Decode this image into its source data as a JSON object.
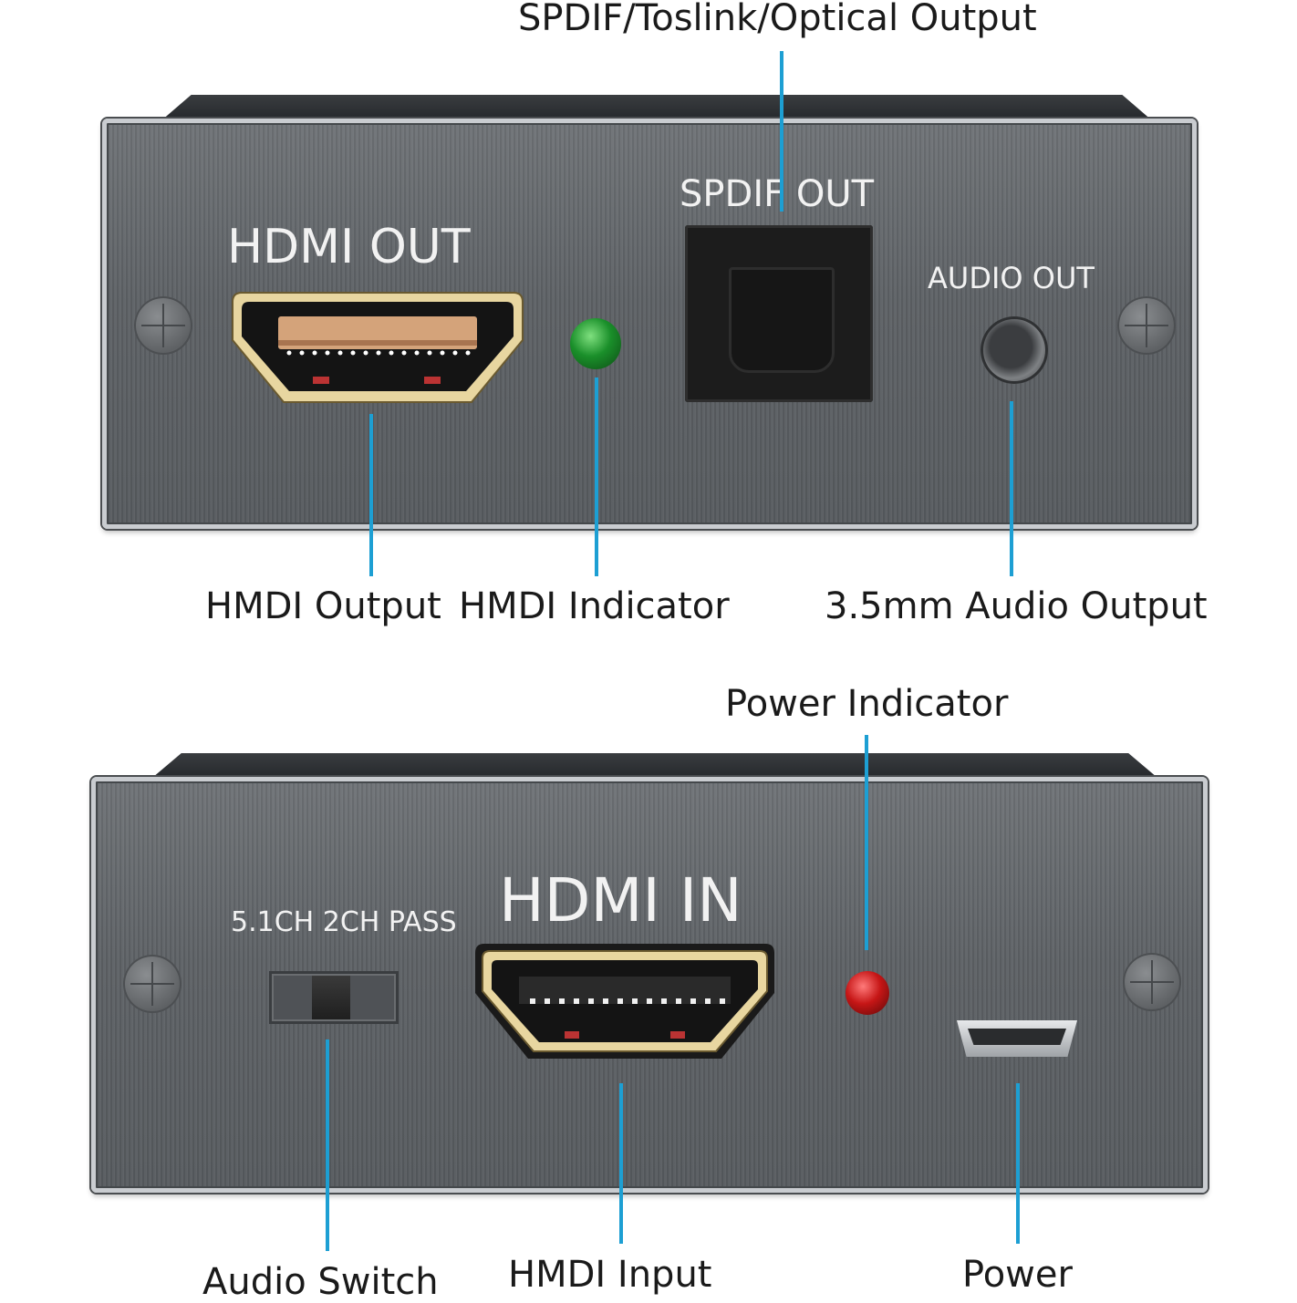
{
  "callouts": {
    "spdif_output": "SPDIF/Toslink/Optical Output",
    "hdmi_output": "HMDI Output",
    "hdmi_indicator": "HMDI Indicator",
    "audio_output": "3.5mm Audio Output",
    "power_indicator": "Power Indicator",
    "audio_switch": "Audio Switch",
    "hdmi_input": "HMDI Input",
    "power": "Power"
  },
  "top_panel": {
    "hdmi_label": "HDMI OUT",
    "spdif_label": "SPDIF OUT",
    "audio_label": "AUDIO OUT"
  },
  "bottom_panel": {
    "switch_label": "5.1CH 2CH PASS",
    "hdmi_label": "HDMI IN"
  },
  "colors": {
    "leader_line": "#1d9fd3",
    "hdmi_led": "#1a8f2a",
    "power_led": "#c61616"
  }
}
